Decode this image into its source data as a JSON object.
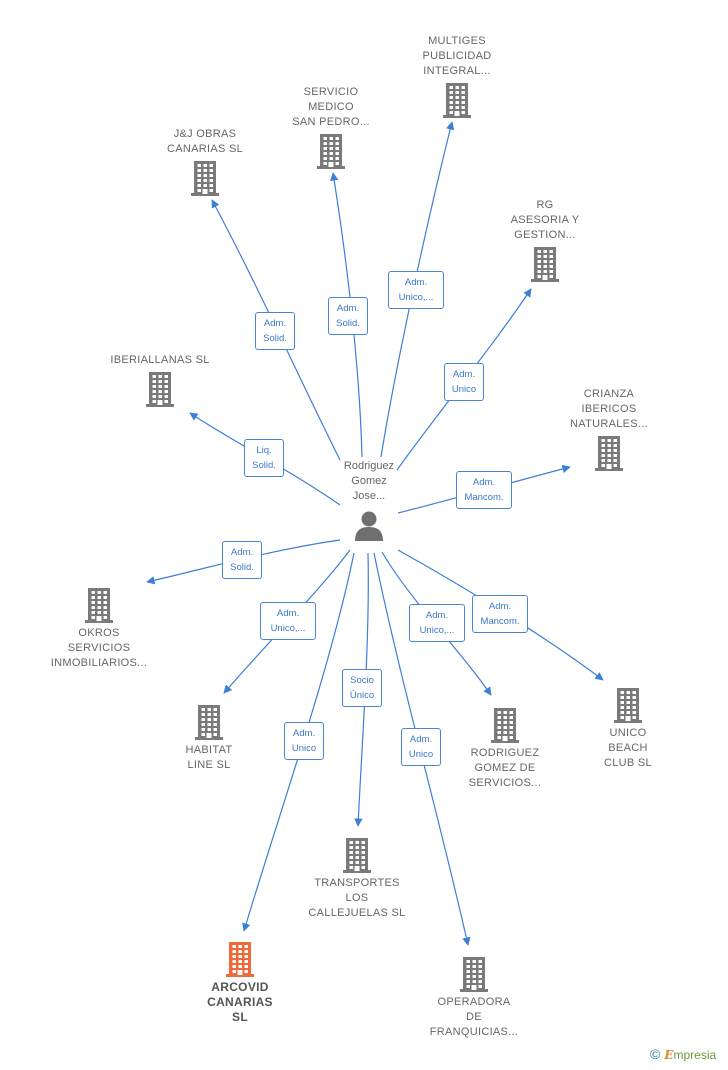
{
  "center": {
    "name_lines": [
      "Rodriguez",
      "Gomez",
      "Jose..."
    ]
  },
  "companies": [
    {
      "id": "multiges",
      "lines": [
        "MULTIGES",
        "PUBLICIDAD",
        "INTEGRAL..."
      ],
      "highlight": false
    },
    {
      "id": "servicio-medico",
      "lines": [
        "SERVICIO",
        "MEDICO",
        "SAN PEDRO..."
      ],
      "highlight": false
    },
    {
      "id": "jj-obras",
      "lines": [
        "J&J OBRAS",
        "CANARIAS  SL"
      ],
      "highlight": false
    },
    {
      "id": "rg-asesoria",
      "lines": [
        "RG",
        "ASESORIA Y",
        "GESTION..."
      ],
      "highlight": false
    },
    {
      "id": "iberiallanas",
      "lines": [
        "IBERIALLANAS SL"
      ],
      "highlight": false
    },
    {
      "id": "crianza",
      "lines": [
        "CRIANZA",
        "IBERICOS",
        "NATURALES..."
      ],
      "highlight": false
    },
    {
      "id": "okros",
      "lines": [
        "OKROS",
        "SERVICIOS",
        "INMOBILIARIOS..."
      ],
      "highlight": false
    },
    {
      "id": "habitat",
      "lines": [
        "HABITAT",
        "LINE  SL"
      ],
      "highlight": false
    },
    {
      "id": "rodriguez-gomez",
      "lines": [
        "RODRIGUEZ",
        "GOMEZ DE",
        "SERVICIOS..."
      ],
      "highlight": false
    },
    {
      "id": "unico-beach",
      "lines": [
        "UNICO",
        "BEACH",
        "CLUB  SL"
      ],
      "highlight": false
    },
    {
      "id": "transportes",
      "lines": [
        "TRANSPORTES",
        "LOS",
        "CALLEJUELAS SL"
      ],
      "highlight": false
    },
    {
      "id": "arcovid",
      "lines": [
        "ARCOVID",
        "CANARIAS",
        "SL"
      ],
      "highlight": true
    },
    {
      "id": "operadora",
      "lines": [
        "OPERADORA",
        "DE",
        "FRANQUICIAS..."
      ],
      "highlight": false
    }
  ],
  "relations": [
    {
      "target": "multiges",
      "label_lines": [
        "Adm.",
        "Unico,..."
      ]
    },
    {
      "target": "servicio-medico",
      "label_lines": [
        "Adm.",
        "Solid."
      ]
    },
    {
      "target": "jj-obras",
      "label_lines": [
        "Adm.",
        "Solid."
      ]
    },
    {
      "target": "rg-asesoria",
      "label_lines": [
        "Adm.",
        "Unico"
      ]
    },
    {
      "target": "iberiallanas",
      "label_lines": [
        "Liq.",
        "Solid."
      ]
    },
    {
      "target": "crianza",
      "label_lines": [
        "Adm.",
        "Mancom."
      ]
    },
    {
      "target": "okros",
      "label_lines": [
        "Adm.",
        "Solid."
      ]
    },
    {
      "target": "habitat",
      "label_lines": [
        "Adm.",
        "Unico,..."
      ]
    },
    {
      "target": "rodriguez-gomez",
      "label_lines": [
        "Adm.",
        "Unico,..."
      ]
    },
    {
      "target": "unico-beach",
      "label_lines": [
        "Adm.",
        "Mancom."
      ]
    },
    {
      "target": "transportes",
      "label_lines": [
        "Socio",
        "Único"
      ]
    },
    {
      "target": "arcovid",
      "label_lines": [
        "Adm.",
        "Unico"
      ]
    },
    {
      "target": "operadora",
      "label_lines": [
        "Adm.",
        "Unico"
      ]
    }
  ],
  "colors": {
    "edge": "#3b7fd6",
    "building": "#7a7a7a",
    "building_highlight": "#ef6a3a",
    "person": "#6f6f6f",
    "label_border": "#4a86d4"
  },
  "brand": {
    "copyright": "©",
    "initial": "E",
    "rest": "mpresia"
  }
}
